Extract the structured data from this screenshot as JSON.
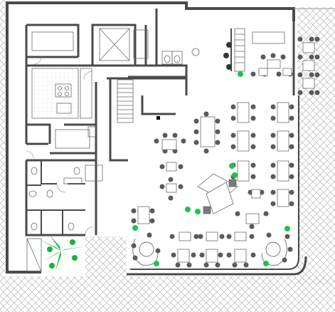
{
  "floor_plan": {
    "kind": "restaurant floor plan",
    "colors": {
      "background": "#ffffff",
      "wall": "#4a4a4a",
      "outer_wall": "#555555",
      "line": "#6a6a6a",
      "paving_hatch": "#b5b5b5",
      "chair": "#5a5a5a",
      "table": "#ffffff",
      "plant_green": "#1fc24a",
      "palm_green": "#17b33c",
      "dark_plant": "#2d3a2d",
      "marker": "#000000"
    },
    "symbols": [
      "outer-wall",
      "brick-paving",
      "kitchen",
      "restrooms",
      "stair",
      "palm-tree",
      "dining-tables",
      "round-booths",
      "potted-plants"
    ]
  }
}
